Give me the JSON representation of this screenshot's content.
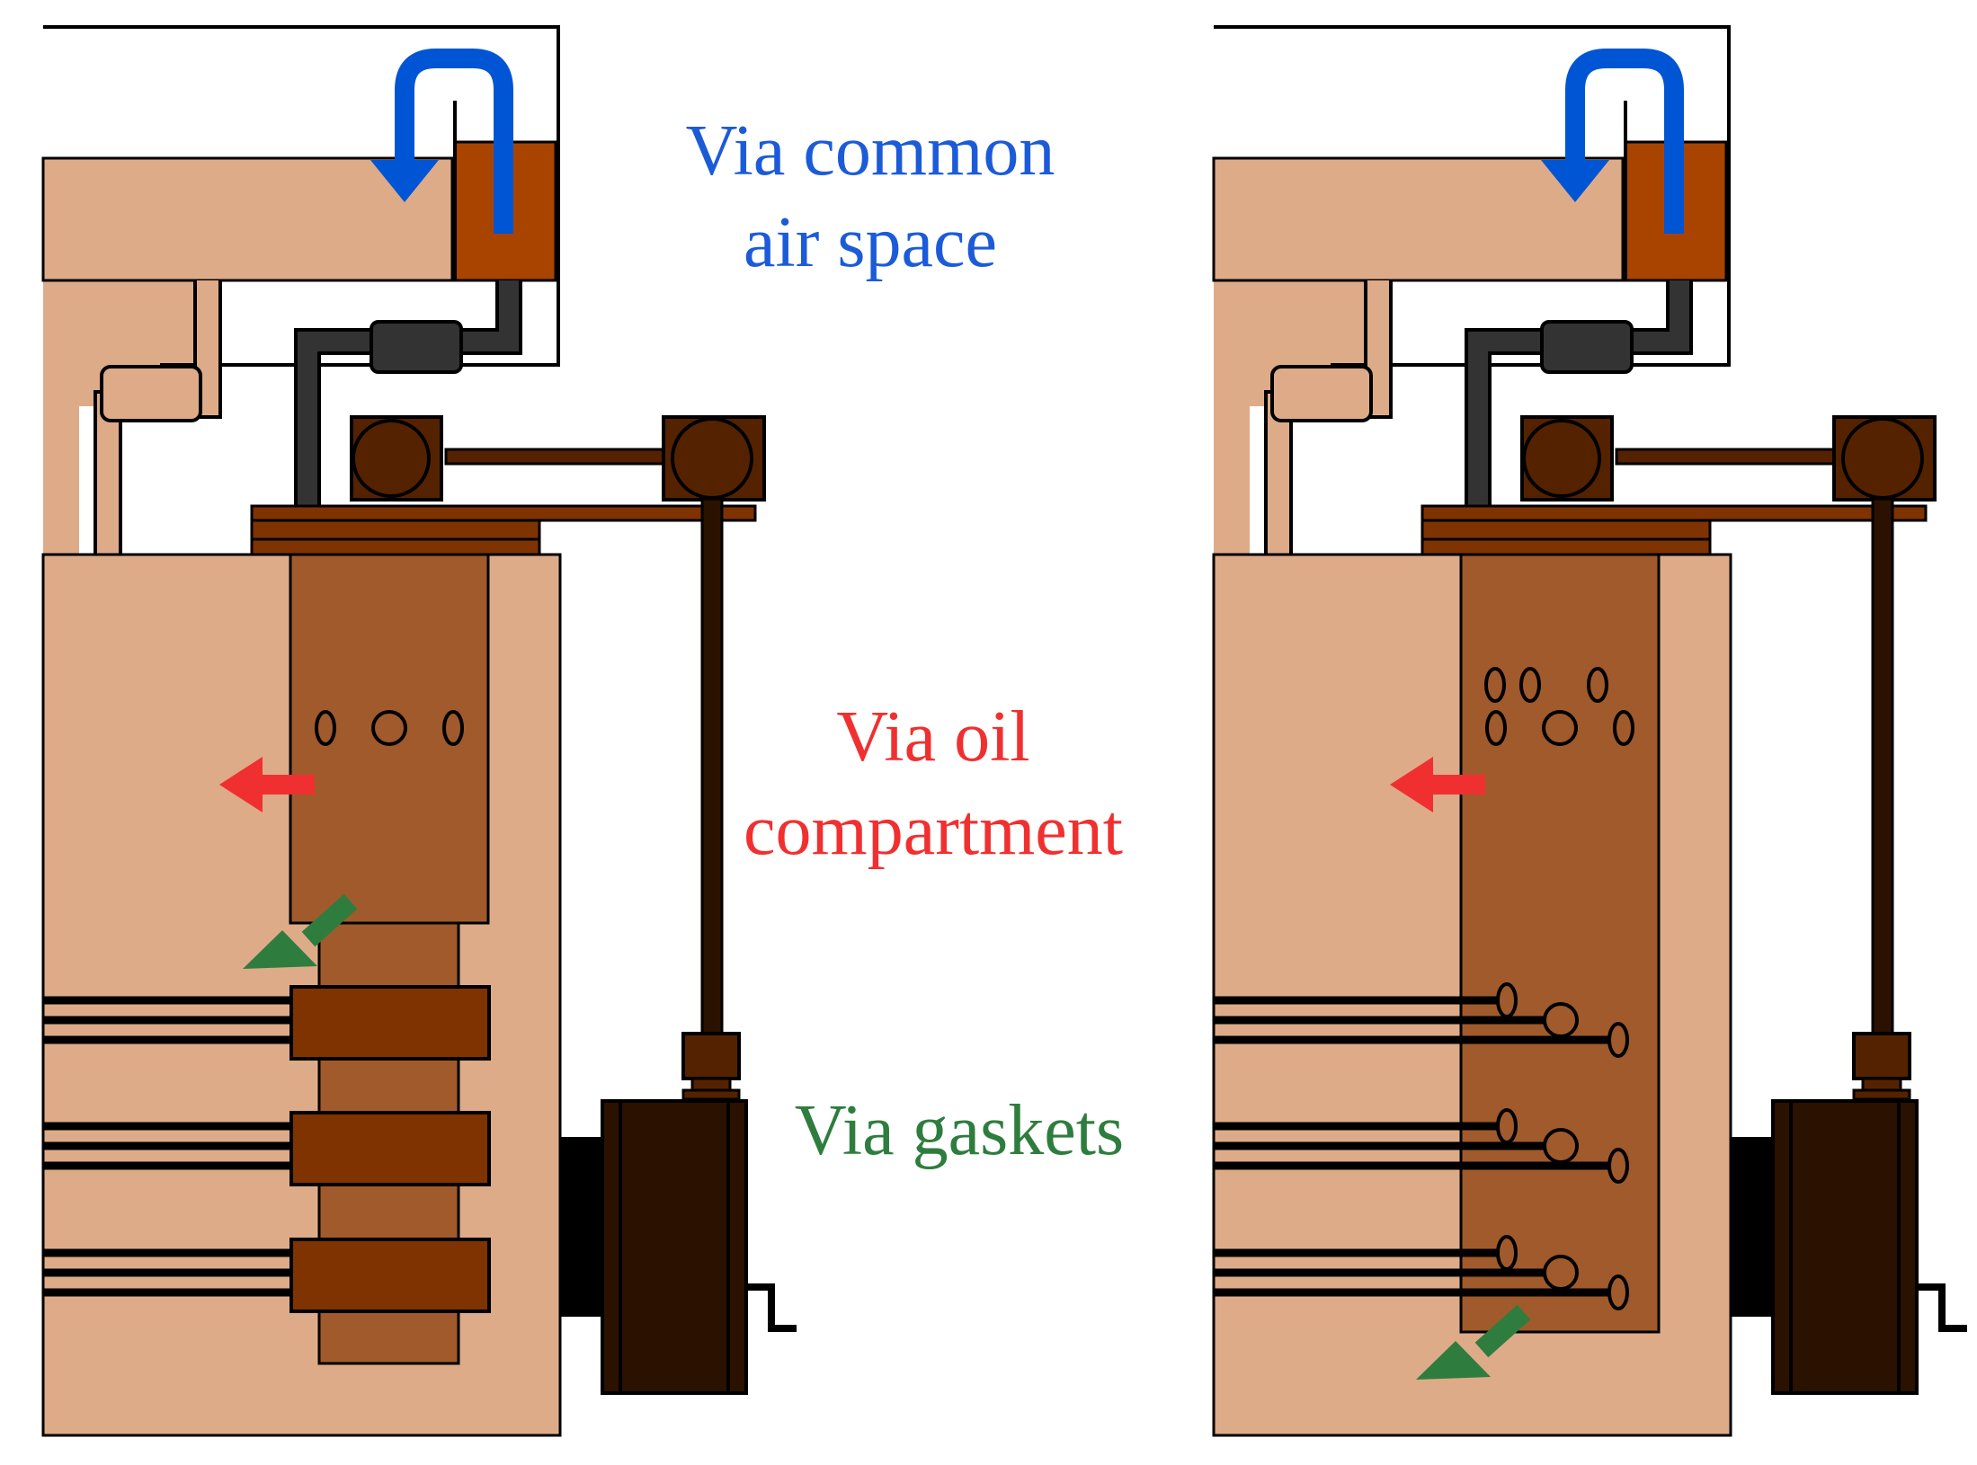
{
  "labels": {
    "air_line1": "Via common",
    "air_line2": "air space",
    "oil_line1": "Via oil",
    "oil_line2": "compartment",
    "gaskets": "Via gaskets"
  },
  "colors": {
    "tank": "#DEAB89",
    "oil_reservoir": "#A84400",
    "compartment": "#A05A2C",
    "gasket": "#7F3300",
    "drive_part": "#552200",
    "motor": "#2B1100",
    "pipe_dark": "#333333",
    "air_arrow": "#0055D4",
    "oil_arrow": "#F03030",
    "gasket_arrow": "#2E7D3E",
    "air_text": "#1C5BD8",
    "oil_text": "#F03030",
    "gasket_text": "#2E7D3E"
  },
  "panels": [
    {
      "id": "left",
      "compartment_style": "stacked-gaskets"
    },
    {
      "id": "right",
      "compartment_style": "bolted-tall"
    }
  ]
}
